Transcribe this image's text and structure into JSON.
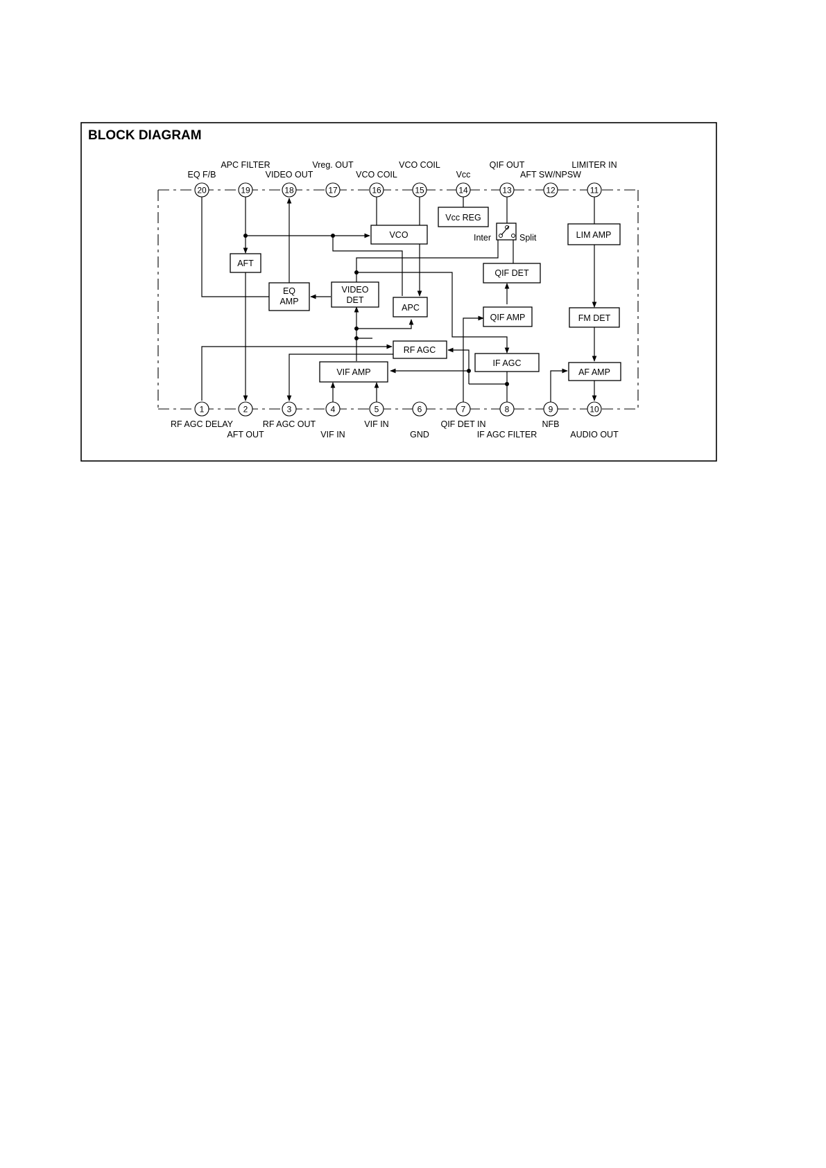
{
  "title": "BLOCK DIAGRAM",
  "pins_top": [
    {
      "num": "20",
      "label": "EQ F/B"
    },
    {
      "num": "19",
      "label": "APC FILTER"
    },
    {
      "num": "18",
      "label": "VIDEO OUT"
    },
    {
      "num": "17",
      "label": "Vreg. OUT"
    },
    {
      "num": "16",
      "label": "VCO COIL"
    },
    {
      "num": "15",
      "label": "VCO COIL"
    },
    {
      "num": "14",
      "label": "Vcc"
    },
    {
      "num": "13",
      "label": "QIF OUT"
    },
    {
      "num": "12",
      "label": "AFT SW/NPSW"
    },
    {
      "num": "11",
      "label": "LIMITER IN"
    }
  ],
  "pins_bottom": [
    {
      "num": "1",
      "label": "RF AGC DELAY"
    },
    {
      "num": "2",
      "label": "AFT OUT"
    },
    {
      "num": "3",
      "label": "RF AGC OUT"
    },
    {
      "num": "4",
      "label": "VIF IN"
    },
    {
      "num": "5",
      "label": "VIF IN"
    },
    {
      "num": "6",
      "label": "GND"
    },
    {
      "num": "7",
      "label": "QIF DET IN"
    },
    {
      "num": "8",
      "label": "IF AGC FILTER"
    },
    {
      "num": "9",
      "label": "NFB"
    },
    {
      "num": "10",
      "label": "AUDIO OUT"
    }
  ],
  "blocks": {
    "vcc_reg": "Vcc REG",
    "vco": "VCO",
    "aft": "AFT",
    "eq_amp": [
      "EQ",
      "AMP"
    ],
    "video_det": [
      "VIDEO",
      "DET"
    ],
    "apc": "APC",
    "qif_det": "QIF DET",
    "qif_amp": "QIF AMP",
    "rf_agc": "RF AGC",
    "if_agc": "IF AGC",
    "vif_amp": "VIF AMP",
    "lim_amp": "LIM AMP",
    "fm_det": "FM DET",
    "af_amp": "AF AMP"
  },
  "switch": {
    "left_label": "Inter",
    "right_label": "Split"
  }
}
